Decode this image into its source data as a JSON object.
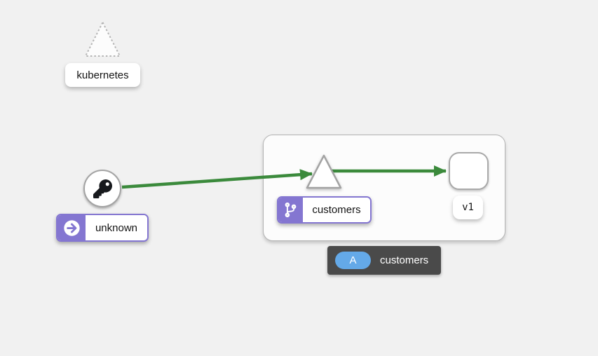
{
  "canvas": {
    "background_color": "#f1f1f1",
    "kind": "service-mesh-traffic-graph"
  },
  "colors": {
    "edge_green": "#3b8a3c",
    "badge_purple": "#8476d1",
    "app_badge_blue": "#64a9e8",
    "tooltip_background": "#4a4a4a",
    "node_border_gray": "#a3a3a3"
  },
  "nodes": {
    "kubernetes": {
      "label": "kubernetes",
      "shape": "dashed-triangle",
      "icon": null
    },
    "unknown": {
      "label": "unknown",
      "shape": "circle",
      "icon": "key-icon",
      "badge_icon": "arrow-circle-right-icon"
    },
    "customers_service": {
      "label": "customers",
      "shape": "triangle",
      "badge_icon": "code-branch-icon"
    },
    "v1": {
      "label": "v1",
      "shape": "rounded-square"
    }
  },
  "group": {
    "name": "customers-app-box"
  },
  "group_tooltip": {
    "badge": "A",
    "label": "customers"
  },
  "edges": [
    {
      "from": "unknown",
      "to": "customers_service",
      "status_color": "#3b8a3c"
    },
    {
      "from": "customers_service",
      "to": "v1",
      "status_color": "#3b8a3c"
    }
  ]
}
